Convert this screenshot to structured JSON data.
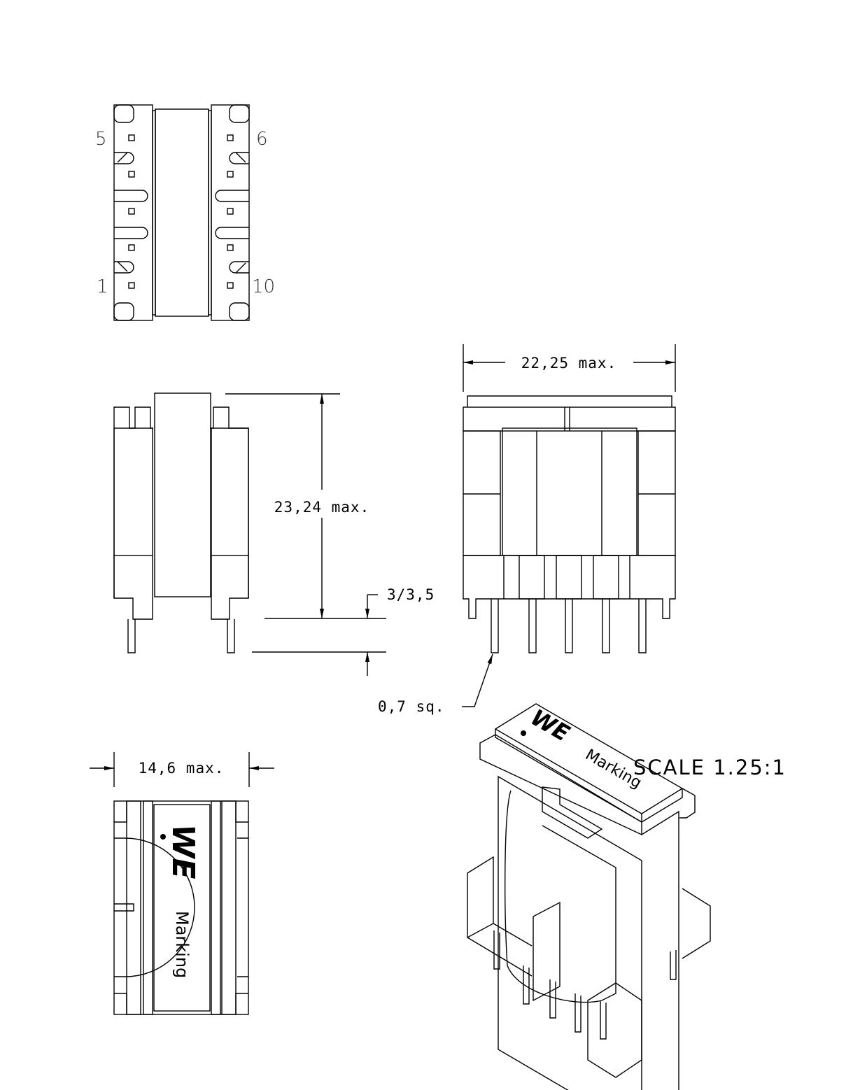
{
  "top_view": {
    "pin_labels": {
      "top_left": "5",
      "top_right": "6",
      "bottom_left": "1",
      "bottom_right": "10"
    }
  },
  "dimensions": {
    "height": "23,24 max.",
    "pin_length": "3/3,5",
    "width": "22,25 max.",
    "pin_size": "0,7 sq.",
    "depth": "14,6 max."
  },
  "marking": {
    "logo": "WE",
    "label": "Marking"
  },
  "scale": "SCALE 1.25:1"
}
